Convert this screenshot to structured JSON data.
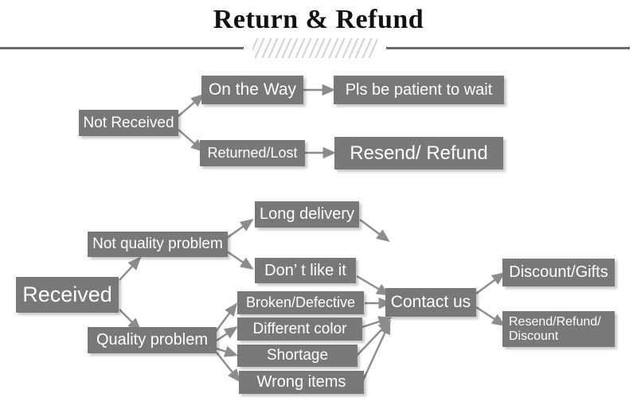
{
  "header": {
    "title": "Return & Refund",
    "divider_icon": "diagonal-hatch-divider"
  },
  "theme": {
    "box_fill": "#787878",
    "box_text": "#ffffff",
    "arrow_color": "#8c8c8c",
    "divider_color": "#6b6b6b",
    "hatch_color": "#d2d2d2",
    "background": "#ffffff"
  },
  "flowchart": {
    "branches": [
      {
        "root": "Not Received",
        "steps": [
          {
            "condition": "On the Way",
            "resolution": "Pls be patient to wait"
          },
          {
            "condition": "Returned/Lost",
            "resolution": "Resend/ Refund"
          }
        ]
      },
      {
        "root": "Received",
        "categories": [
          {
            "name": "Not quality problem",
            "reasons": [
              "Long delivery",
              "Don’ t like it"
            ]
          },
          {
            "name": "Quality problem",
            "reasons": [
              "Broken/Defective",
              "Different color",
              "Shortage",
              "Wrong items"
            ]
          }
        ],
        "action": "Contact us",
        "outcomes": [
          "Discount/Gifts",
          "Resend/Refund/\nDiscount"
        ]
      }
    ]
  },
  "nodes": {
    "not_received": "Not Received",
    "on_the_way": "On the Way",
    "pls_be_patient": "Pls be patient to wait",
    "returned_lost": "Returned/Lost",
    "resend_refund": "Resend/ Refund",
    "received": "Received",
    "not_quality_problem": "Not quality problem",
    "long_delivery": "Long delivery",
    "dont_like_it": "Don’ t like it",
    "quality_problem": "Quality problem",
    "broken_defective": "Broken/Defective",
    "different_color": "Different color",
    "shortage": "Shortage",
    "wrong_items": "Wrong items",
    "contact_us": "Contact us",
    "discount_gifts": "Discount/Gifts",
    "resend_refund_discount": "Resend/Refund/ Discount"
  }
}
